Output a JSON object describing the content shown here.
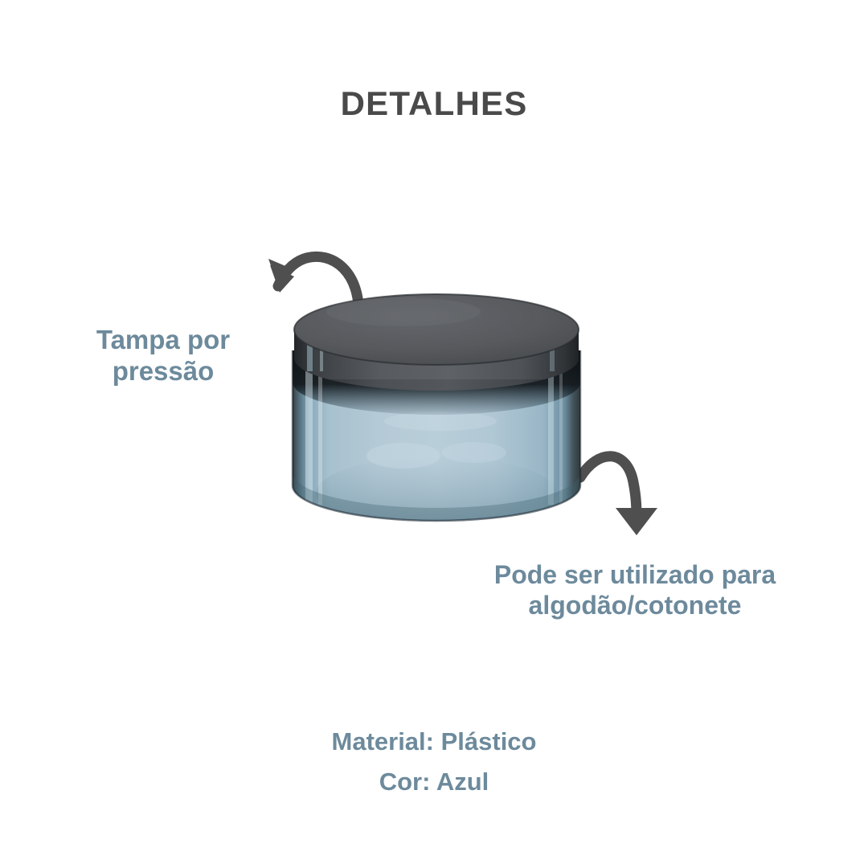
{
  "page": {
    "background_color": "#ffffff",
    "title": "DETALHES",
    "title_color": "#4a4a4a",
    "accent_color": "#6d8a9c",
    "arrow_color": "#4f4f4f"
  },
  "callouts": [
    {
      "id": "lid",
      "text": "Tampa por\npressão",
      "color": "#6d8a9c",
      "arrow": "curved-arrow-down-left"
    },
    {
      "id": "usage",
      "text": "Pode ser utilizado para\nalgodão/cotonete",
      "color": "#6d8a9c",
      "arrow": "curved-arrow-down"
    }
  ],
  "specs": {
    "material": "Material: Plástico",
    "color": "Cor: Azul"
  },
  "product": {
    "name": "ribbed-blue-plastic-jar",
    "lid_color": "#575757",
    "lid_rim_color": "#1c1f22",
    "body_color": "#a8bfcc",
    "body_edge_color": "#5a7a8c",
    "body_highlight_color": "#cfdfe8"
  }
}
